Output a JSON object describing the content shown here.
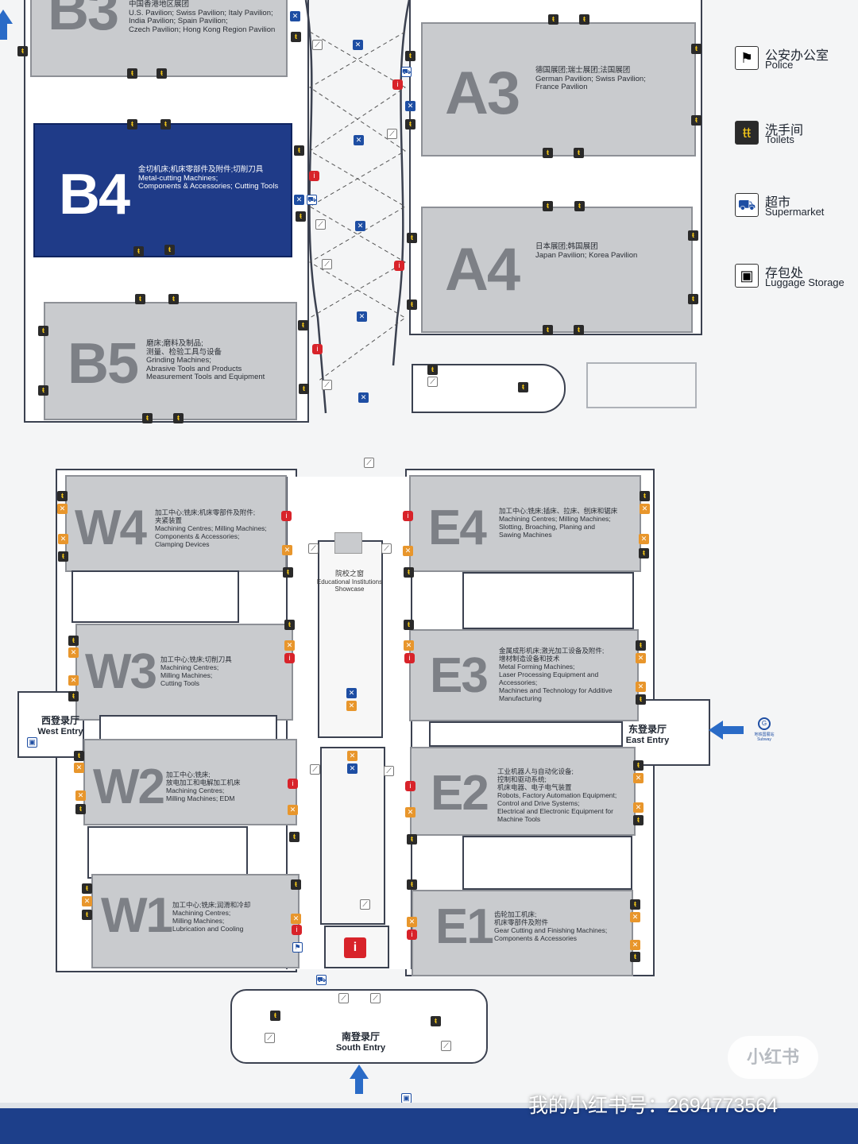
{
  "legend": [
    {
      "icon": "police-icon",
      "zh": "公安办公室",
      "en": "Police"
    },
    {
      "icon": "toilet-icon",
      "zh": "洗手间",
      "en": "Toilets"
    },
    {
      "icon": "supermarket-icon",
      "zh": "超市",
      "en": "Supermarket"
    },
    {
      "icon": "luggage-icon",
      "zh": "存包处",
      "en": "Luggage Storage"
    }
  ],
  "halls": {
    "b3": {
      "code": "B3",
      "desc": "中国香港地区展团\nU.S. Pavilion; Swiss Pavilion; Italy Pavilion;\nIndia Pavilion; Spain Pavilion;\nCzech Pavilion; Hong Kong Region Pavilion"
    },
    "b4": {
      "code": "B4",
      "desc": "金切机床;机床零部件及附件;切削刀具\nMetal-cutting Machines;\nComponents & Accessories; Cutting Tools"
    },
    "b5": {
      "code": "B5",
      "desc": "磨床;磨料及制品;\n测量、检验工具与设备\nGrinding Machines;\nAbrasive Tools and Products\nMeasurement Tools and Equipment"
    },
    "a3": {
      "code": "A3",
      "desc": "德国展团;瑞士展团;法国展团\nGerman Pavilion; Swiss Pavilion;\nFrance Pavilion"
    },
    "a4": {
      "code": "A4",
      "desc": "日本展团;韩国展团\nJapan Pavilion; Korea Pavilion"
    },
    "w4": {
      "code": "W4",
      "desc": "加工中心;铣床;机床零部件及附件;\n夹紧装置\nMachining Centres; Milling Machines;\nComponents & Accessories;\nClamping Devices"
    },
    "w3": {
      "code": "W3",
      "desc": "加工中心;铣床;切削刀具\nMachining Centres;\nMilling Machines;\nCutting Tools"
    },
    "w2": {
      "code": "W2",
      "desc": "加工中心;铣床;\n放电加工和电解加工机床\nMachining Centres;\nMilling Machines; EDM"
    },
    "w1": {
      "code": "W1",
      "desc": "加工中心;铣床;润滑和冷却\nMachining Centres;\nMilling Machines;\nLubrication and Cooling"
    },
    "e4": {
      "code": "E4",
      "desc": "加工中心;铣床;插床、拉床、刨床和锯床\nMachining Centres; Milling Machines;\nSlotting, Broaching, Planing and\nSawing Machines"
    },
    "e3": {
      "code": "E3",
      "desc": "金属成形机床;激光加工设备及附件;\n增材制造设备和技术\nMetal Forming Machines;\nLaser Processing Equipment and\nAccessories;\nMachines and Technology for Additive\nManufacturing"
    },
    "e2": {
      "code": "E2",
      "desc": "工业机器人与自动化设备;\n控制和驱动系统;\n机床电器、电子电气装置\nRobots, Factory Automation Equipment;\nControl and Drive Systems;\nElectrical and Electronic Equipment for\nMachine Tools"
    },
    "e1": {
      "code": "E1",
      "desc": "齿轮加工机床;\n机床零部件及附件\nGear Cutting and Finishing Machines;\nComponents & Accessories"
    }
  },
  "entries": {
    "west": {
      "zh": "西登录厅",
      "en": "West Entry"
    },
    "east": {
      "zh": "东登录厅",
      "en": "East Entry"
    },
    "south": {
      "zh": "南登录厅",
      "en": "South Entry"
    }
  },
  "showcase": {
    "zh": "院校之窗",
    "en": "Educational Institutions\nShowcase"
  },
  "subway": {
    "zh": "地铁国展站",
    "en": "Subway"
  },
  "watermark": {
    "logo": "小红书",
    "account": "我的小红书号：2694773564"
  }
}
